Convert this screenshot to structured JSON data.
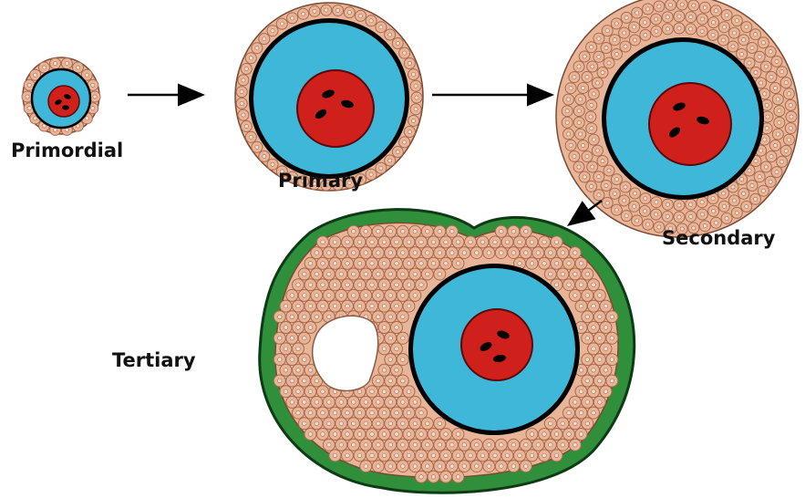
{
  "labels": {
    "primordial": "Primordial",
    "primary": "Primary",
    "secondary": "Secondary",
    "tertiary": "Tertiary"
  },
  "colors": {
    "cell_fill": "#e9b598",
    "cell_stroke": "#a86a4e",
    "cell_nucleus": "#f6dccd",
    "oocyte": "#3fb7d9",
    "oocyte_rim": "#000000",
    "nucleus": "#d0201b",
    "chromatin": "#000000",
    "theca": "#2f8f3a",
    "antrum": "#ffffff",
    "arrow": "#000000"
  },
  "icons": {
    "arrow": "arrow-right-icon",
    "diagonal_arrow": "arrow-down-left-icon"
  }
}
